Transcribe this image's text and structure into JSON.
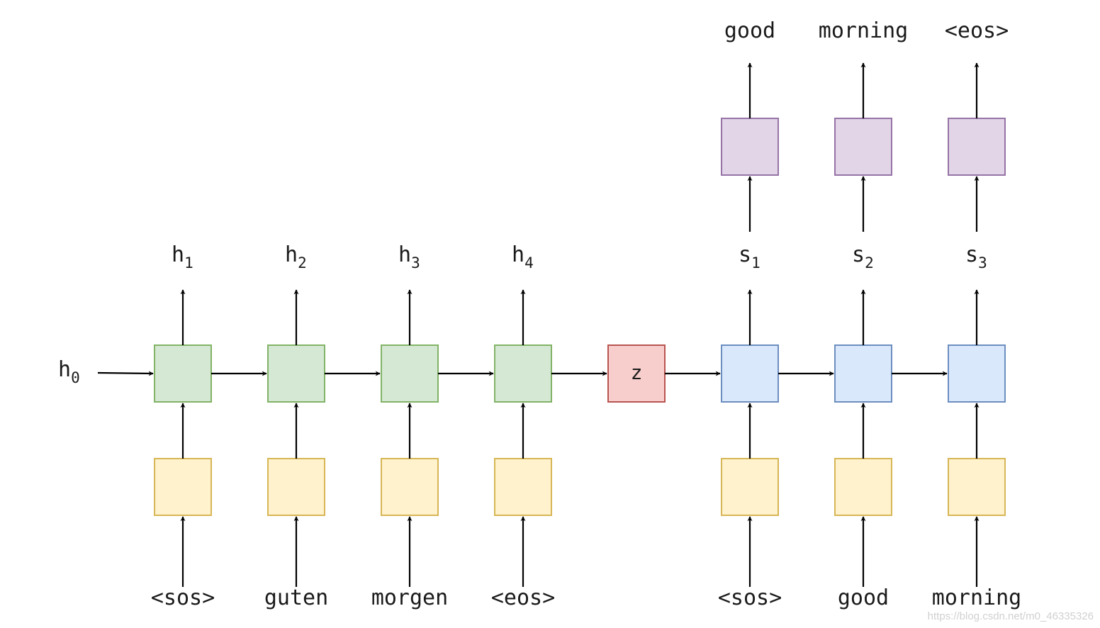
{
  "colors": {
    "encoder_fill": "#d5e8d4",
    "encoder_stroke": "#82b366",
    "decoder_fill": "#dae8fc",
    "decoder_stroke": "#6c8ebf",
    "embedding_fill": "#fff2cc",
    "embedding_stroke": "#d6b656",
    "output_fill": "#e1d5e7",
    "output_stroke": "#9673a6",
    "context_fill": "#f8cecc",
    "context_stroke": "#b85450"
  },
  "initial_hidden": {
    "base": "h",
    "sub": "0"
  },
  "encoder": {
    "inputs": [
      "<sos>",
      "guten",
      "morgen",
      "<eos>"
    ],
    "hidden_states": [
      {
        "base": "h",
        "sub": "1"
      },
      {
        "base": "h",
        "sub": "2"
      },
      {
        "base": "h",
        "sub": "3"
      },
      {
        "base": "h",
        "sub": "4"
      }
    ]
  },
  "context_vector": {
    "label": "z"
  },
  "decoder": {
    "inputs": [
      "<sos>",
      "good",
      "morning"
    ],
    "hidden_states": [
      {
        "base": "s",
        "sub": "1"
      },
      {
        "base": "s",
        "sub": "2"
      },
      {
        "base": "s",
        "sub": "3"
      }
    ],
    "outputs": [
      "good",
      "morning",
      "<eos>"
    ]
  },
  "watermark": "https://blog.csdn.net/m0_46335326"
}
